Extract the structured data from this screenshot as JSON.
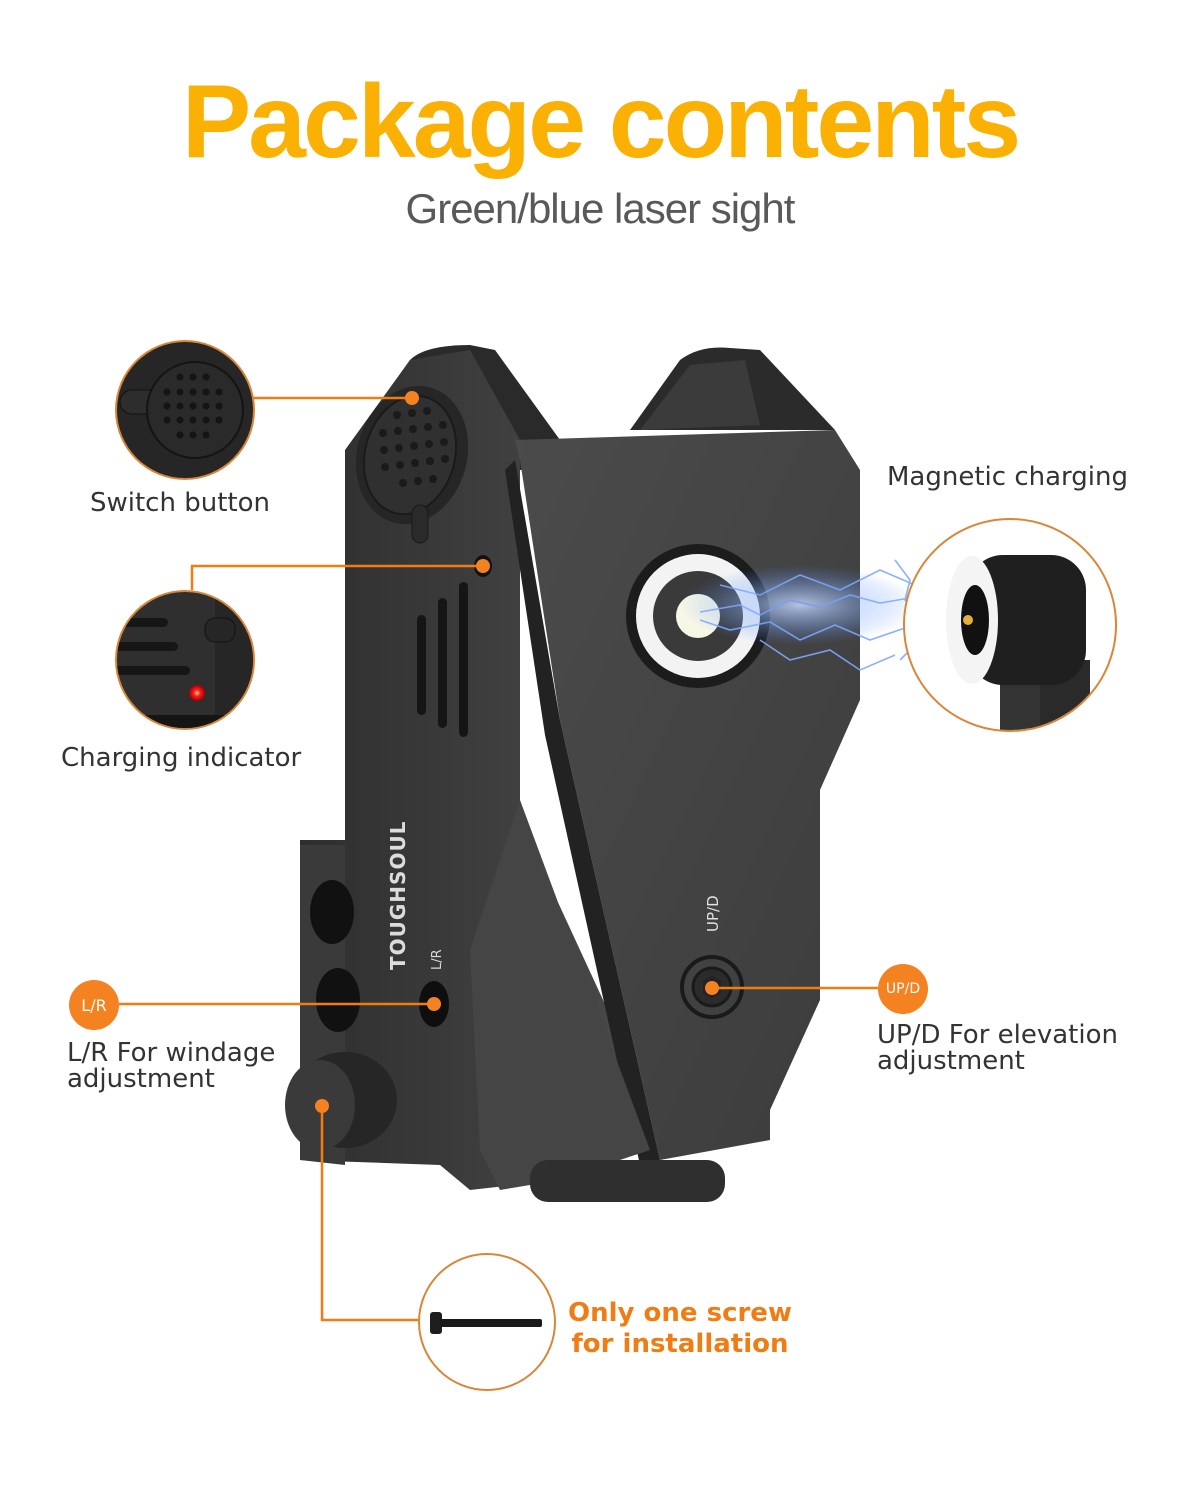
{
  "header": {
    "title": "Package contents",
    "subtitle": "Green/blue laser sight"
  },
  "product": {
    "brand": "TOUGHSOUL",
    "engraved_labels": {
      "windage": "L/R",
      "elevation": "UP/D"
    }
  },
  "callouts": {
    "switch_button": {
      "label": "Switch button"
    },
    "charging_indicator": {
      "label": "Charging indicator"
    },
    "magnetic_charging": {
      "label": "Magnetic charging"
    },
    "windage": {
      "badge": "L/R",
      "label": "L/R For windage\nadjustment"
    },
    "elevation": {
      "badge": "UP/D",
      "label": "UP/D For elevation\nadjustment"
    },
    "screw": {
      "label": "Only one screw\nfor installation"
    }
  },
  "colors": {
    "title": "#fbb104",
    "subtitle": "#595959",
    "accent_orange": "#f58220",
    "body_dark": "#3a3a3a",
    "label_text": "#333333",
    "indicator_red": "#e81a1a",
    "spark_blue": "#4f8cff"
  }
}
